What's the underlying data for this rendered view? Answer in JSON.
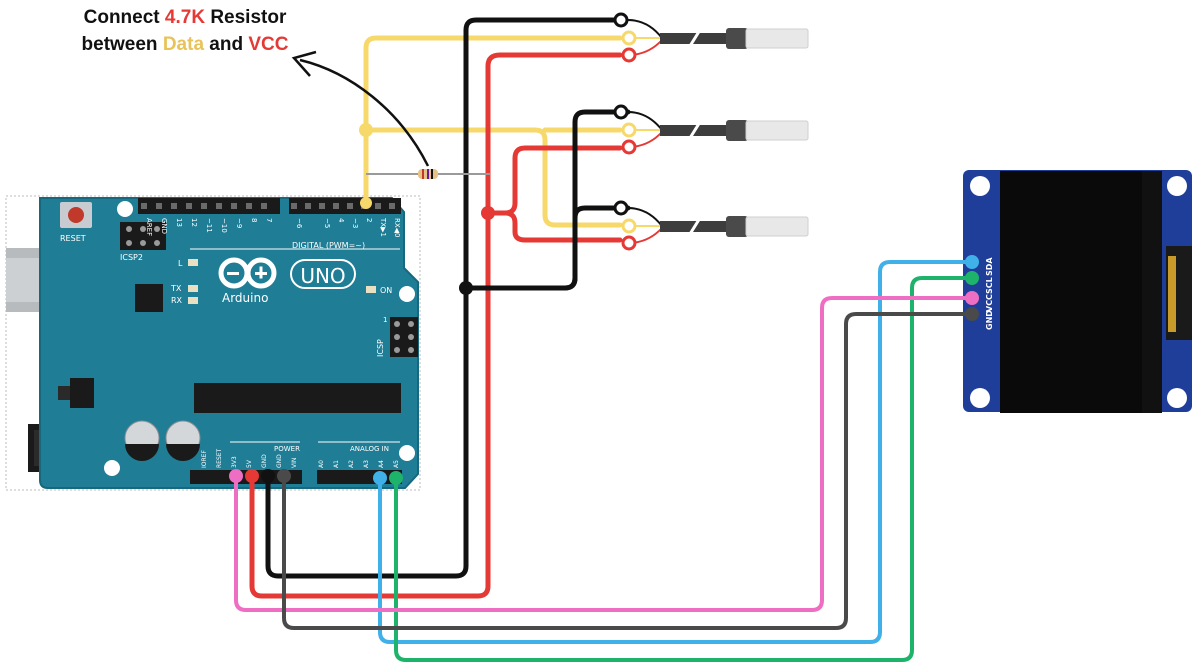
{
  "note": {
    "line1_prefix": "Connect ",
    "resistor_value": "4.7K",
    "line1_suffix": " Resistor",
    "line2_prefix": "between ",
    "data_word": "Data",
    "and_word": " and ",
    "vcc_word": "VCC"
  },
  "board": {
    "reset_label": "RESET",
    "icsp2_label": "ICSP2",
    "icsp_label": "ICSP",
    "icsp_pin1": "1",
    "led_l": "L",
    "led_tx": "TX",
    "led_rx": "RX",
    "led_on": "ON",
    "logo_uno": "UNO",
    "logo_brand": "Arduino",
    "digital_label": "DIGITAL (PWM=~)",
    "power_label": "POWER",
    "analog_label": "ANALOG IN",
    "top_pins": [
      "AREF",
      "GND",
      "13",
      "12",
      "~11",
      "~10",
      "~9",
      "8",
      "7",
      "~6",
      "~5",
      "4",
      "~3",
      "2",
      "TX▶1",
      "RX◀0"
    ],
    "power_pins": [
      "IOREF",
      "RESET",
      "3V3",
      "5V",
      "GND",
      "GND",
      "VIN"
    ],
    "analog_pins": [
      "A0",
      "A1",
      "A2",
      "A3",
      "A4",
      "A5"
    ]
  },
  "oled": {
    "pin_labels": [
      "SDA",
      "SCL",
      "VCC",
      "GND"
    ],
    "side_mark": "DA"
  },
  "colors": {
    "board": "#1f7d95",
    "board_dark": "#17687d",
    "wire_yellow": "#f7d96b",
    "wire_red": "#e53935",
    "wire_black": "#111111",
    "wire_pink": "#ee6ec3",
    "wire_blue": "#3fb0e8",
    "wire_green": "#1db36b",
    "wire_gray": "#4a4a4a",
    "oled_pcb": "#1f3e9a",
    "oled_screen": "#0a0a0a"
  }
}
